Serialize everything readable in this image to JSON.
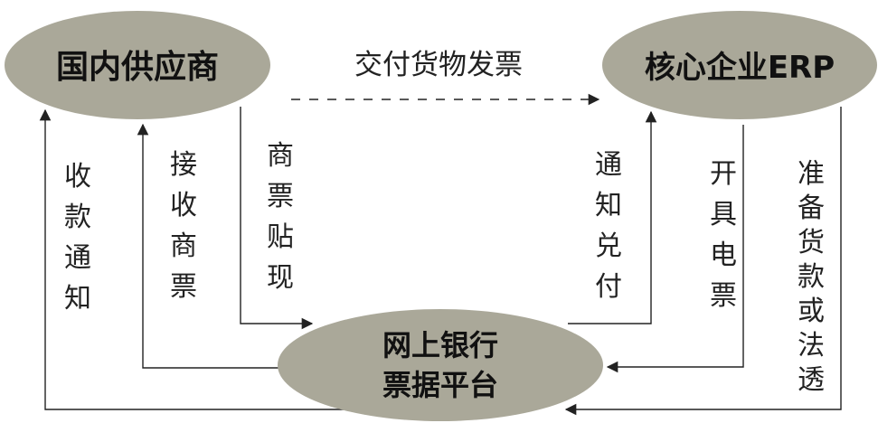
{
  "nodes": {
    "supplier": "国内供应商",
    "erp": "核心企业ERP",
    "bank_line1": "网上银行",
    "bank_line2": "票据平台"
  },
  "edges": {
    "deliver": "交付货物发票",
    "collect_notice": [
      "收",
      "款",
      "通",
      "知"
    ],
    "receive_bill": [
      "接",
      "收",
      "商",
      "票"
    ],
    "discount": [
      "商",
      "票",
      "贴",
      "现"
    ],
    "notify_pay": [
      "通",
      "知",
      "兑",
      "付"
    ],
    "issue_bill": [
      "开",
      "具",
      "电",
      "票"
    ],
    "prepare_funds": [
      "准",
      "备",
      "货",
      "款",
      "或",
      "法",
      "透"
    ]
  },
  "colors": {
    "node_fill": "#aaa899",
    "line": "#222222"
  }
}
